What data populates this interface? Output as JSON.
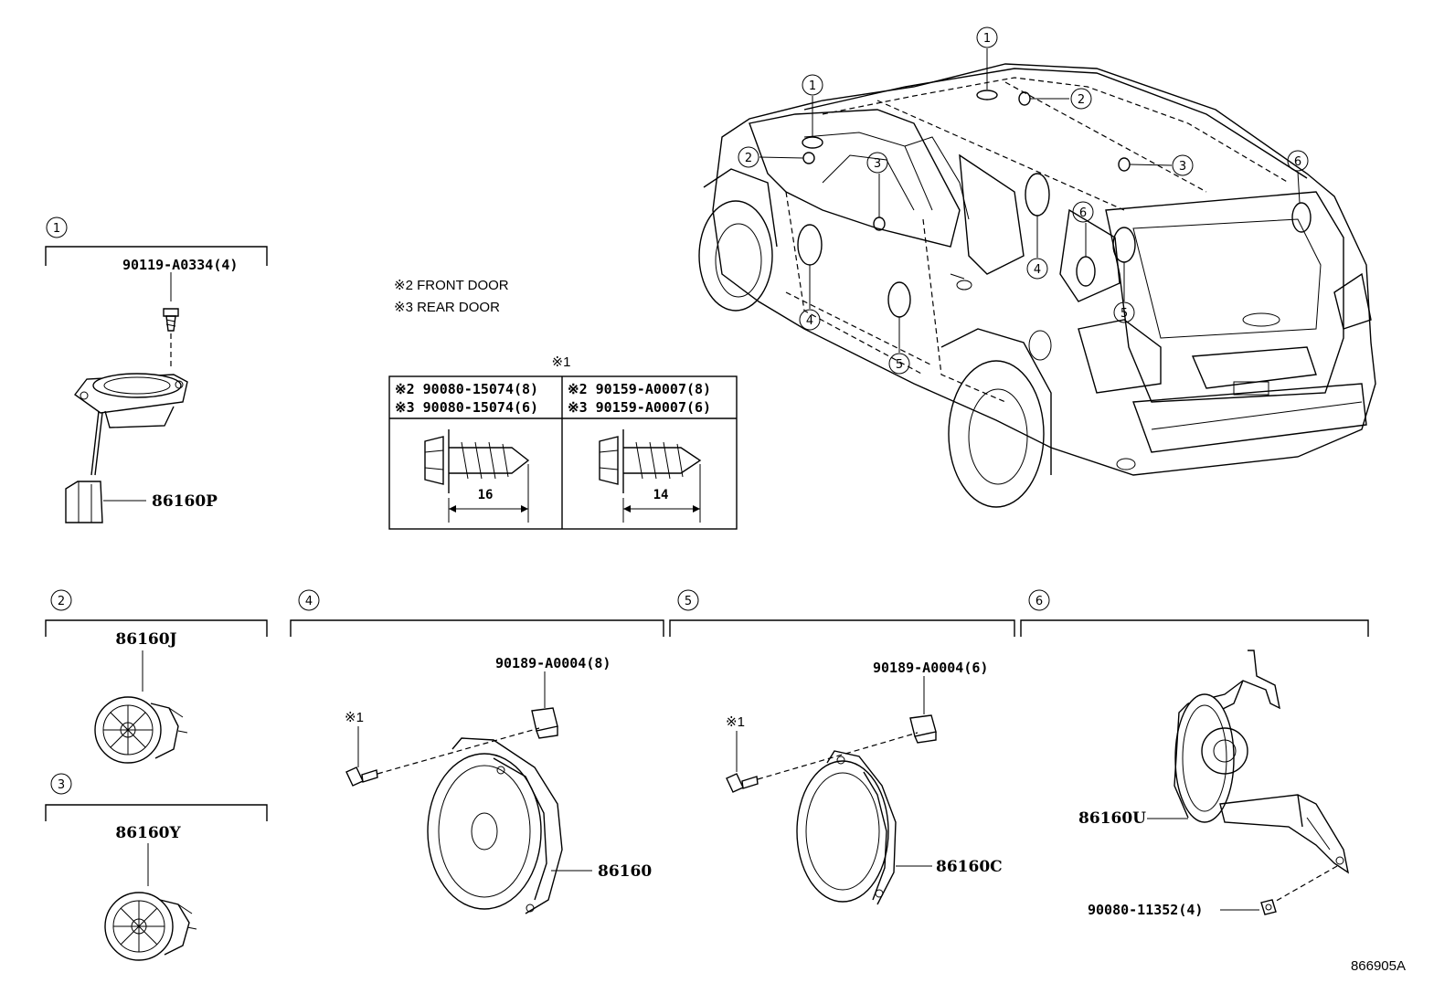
{
  "notes": {
    "front_door": "※2 FRONT DOOR",
    "rear_door": "※3 REAR DOOR"
  },
  "callout_numbers": [
    "1",
    "2",
    "3",
    "4",
    "5",
    "6"
  ],
  "group1": {
    "num": "1",
    "screw_part": "90119-A0334(4)",
    "speaker_part": "86160P"
  },
  "group2": {
    "num": "2",
    "part": "86160J"
  },
  "group3": {
    "num": "3",
    "part": "86160Y"
  },
  "group4": {
    "num": "4",
    "clip_part": "90189-A0004(8)",
    "screw_ref": "※1",
    "speaker_part": "86160"
  },
  "group5": {
    "num": "5",
    "clip_part": "90189-A0004(6)",
    "screw_ref": "※1",
    "speaker_part": "86160C"
  },
  "group6": {
    "num": "6",
    "speaker_part": "86160U",
    "screw_part": "90080-11352(4)"
  },
  "screw_table": {
    "title": "※1",
    "left_row1": "※2 90080-15074(8)",
    "left_row2": "※3 90080-15074(6)",
    "right_row1": "※2 90159-A0007(8)",
    "right_row2": "※3 90159-A0007(6)",
    "left_length": "16",
    "right_length": "14"
  },
  "diagram_id": "866905A"
}
